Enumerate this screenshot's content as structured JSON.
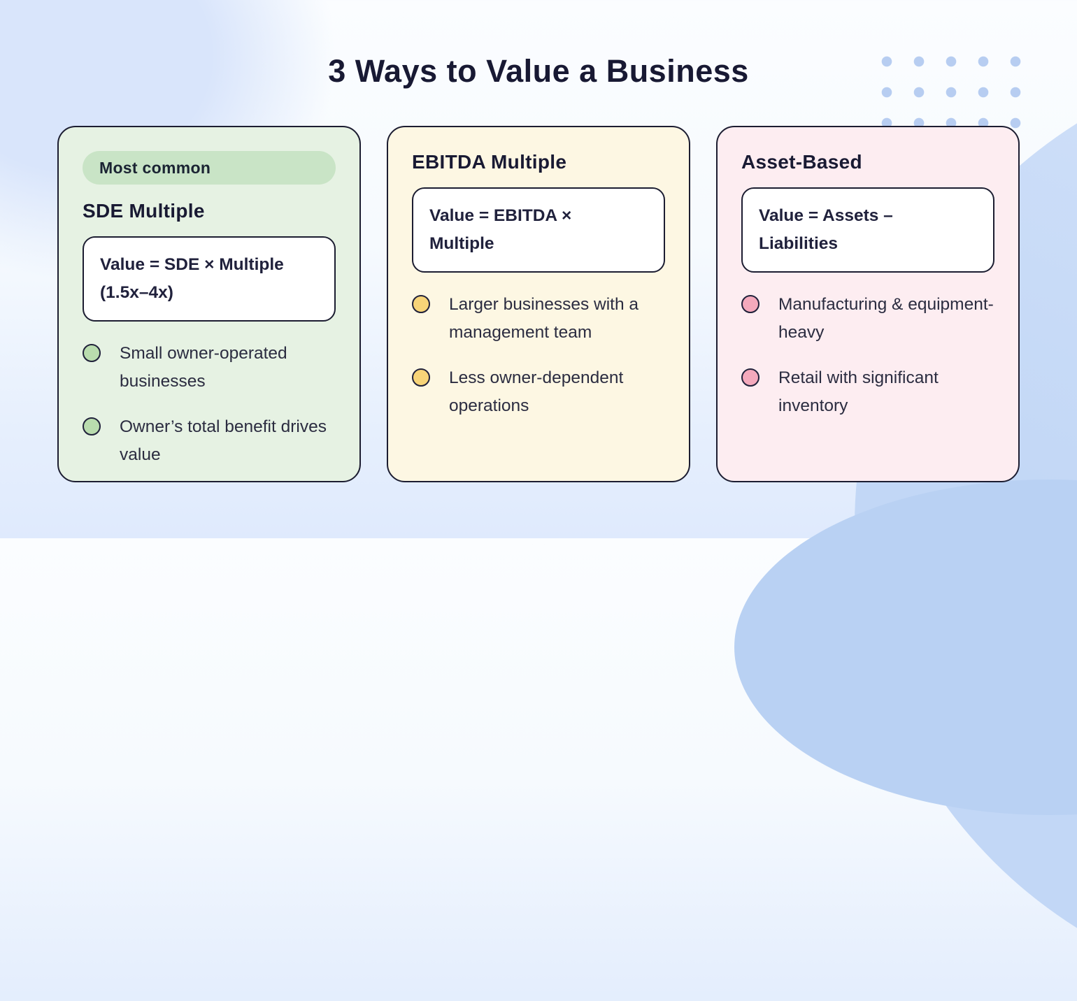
{
  "title": "3 Ways to Value a Business",
  "colors": {
    "title_text": "#181933",
    "card_border": "#1c1d31",
    "green_card_bg": "#e6f2e3",
    "green_badge_bg": "#c9e4c6",
    "green_bullet": "#b9dcae",
    "yellow_card_bg": "#fdf7e3",
    "yellow_bullet": "#f7d478",
    "pink_card_bg": "#fdedf1",
    "pink_bullet": "#f4a9bc",
    "dot_grid_blue": "#b7cdf1",
    "background_blob_blue": "#c2d7f6"
  },
  "cards": [
    {
      "badge": "Most common",
      "heading": "SDE Multiple",
      "formula": "Value = SDE × Multiple\n(1.5x–4x)",
      "bullets": [
        "Small owner-operated businesses",
        "Owner’s total benefit drives value"
      ]
    },
    {
      "heading": "EBITDA Multiple",
      "formula": "Value = EBITDA ×\nMultiple",
      "bullets": [
        "Larger businesses with a management team",
        "Less owner-dependent operations"
      ]
    },
    {
      "heading": "Asset-Based",
      "formula": "Value = Assets –\nLiabilities",
      "bullets": [
        "Manufacturing & equipment-heavy",
        "Retail with significant inventory"
      ]
    }
  ]
}
